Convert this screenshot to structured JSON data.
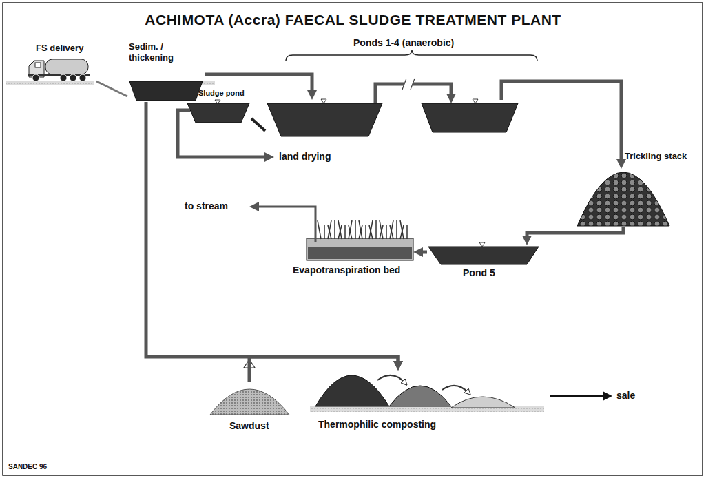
{
  "diagram": {
    "title": "ACHIMOTA (Accra) FAECAL SLUDGE TREATMENT PLANT",
    "nodes": [
      {
        "text": [
          "FS delivery"
        ]
      },
      {
        "text": [
          "Sedim. / thickening"
        ]
      },
      {
        "text": [
          "Ponds 1-4 (anaerobic)"
        ]
      },
      {
        "text": [
          "Sludge pond"
        ]
      },
      {
        "text": [
          "Trickling stack"
        ]
      },
      {
        "text": [
          "Pond 5"
        ]
      },
      {
        "text": [
          "Evapotranspiration bed"
        ]
      },
      {
        "text": [
          "Sawdust"
        ]
      },
      {
        "text": [
          "Thermophilic composting"
        ]
      }
    ],
    "edges": [
      {
        "from": 0,
        "to": 1,
        "arrow": "none"
      },
      {
        "from": 1,
        "to": 2,
        "arrow": "to"
      },
      {
        "from": 2,
        "to": 3,
        "arrow": "none"
      },
      {
        "from": 2,
        "to": 4,
        "arrow": "to"
      },
      {
        "from": 4,
        "to": 5,
        "arrow": "to"
      },
      {
        "from": 5,
        "to": 6,
        "arrow": "to"
      },
      {
        "from": 1,
        "to": 8,
        "arrow": "to"
      },
      {
        "from": 7,
        "to": 8,
        "arrow": "to"
      }
    ],
    "labels": [
      "land drying",
      "to stream",
      "sale",
      "SANDEC 96"
    ]
  }
}
